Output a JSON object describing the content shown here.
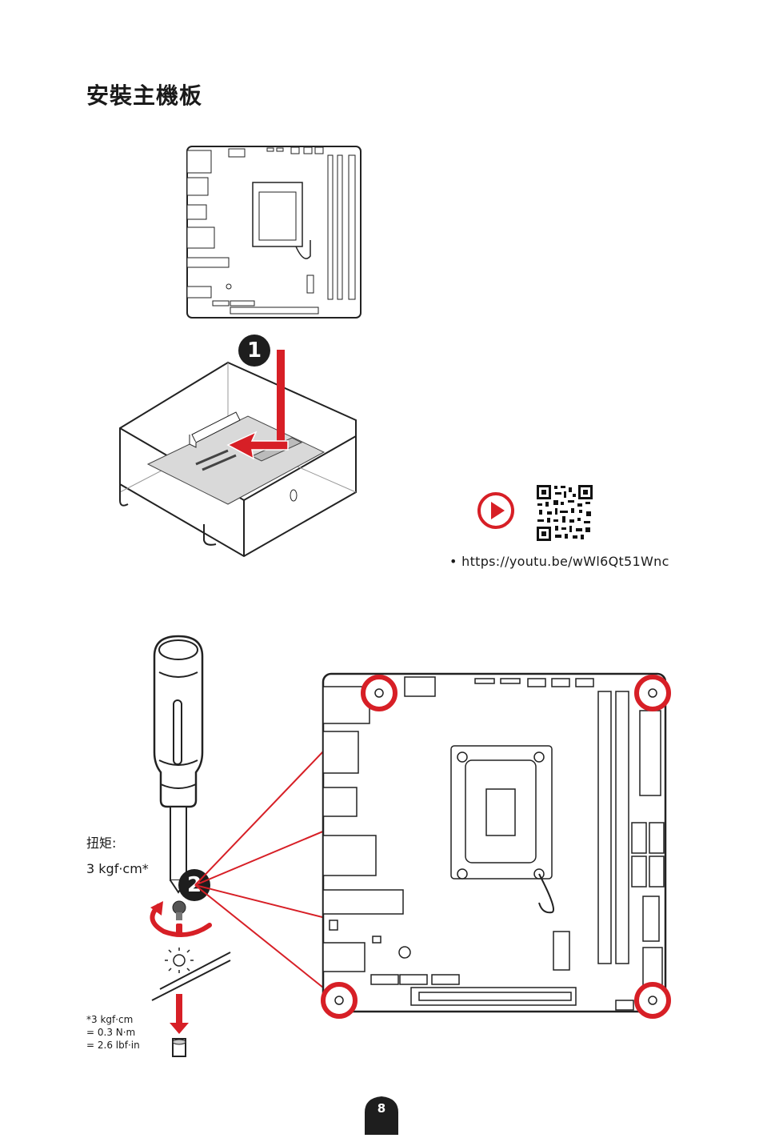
{
  "page": {
    "title": "安裝主機板",
    "page_number": "8"
  },
  "steps": {
    "step1": "1",
    "step2": "2"
  },
  "video": {
    "icon": "play-icon",
    "link": "• https://youtu.be/wWl6Qt51Wnc"
  },
  "torque": {
    "label": "扭矩:",
    "value": "3 kgf·cm*",
    "footnote_1": "*3 kgf·cm",
    "footnote_2": "= 0.3 N·m",
    "footnote_3": "= 2.6 lbf·in"
  },
  "colors": {
    "accent": "#d71f26",
    "dark": "#1e1e1e"
  }
}
